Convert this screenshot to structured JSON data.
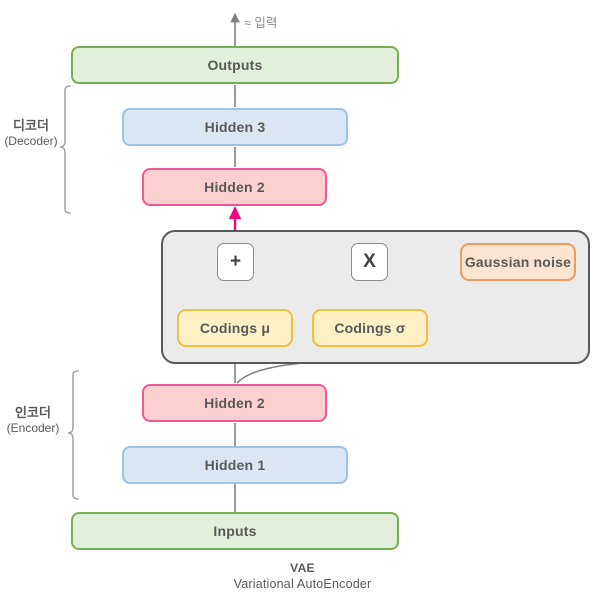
{
  "diagram": {
    "caption_title": "VAE",
    "caption_subtitle": "Variational AutoEncoder",
    "output_arrow_label": "≈ 입력"
  },
  "colors": {
    "green_fill": "#e2efda",
    "green_border": "#79ad52",
    "blue_fill": "#dce6f2",
    "blue_border": "#9dc3e6",
    "pink_fill": "#fcd0d0",
    "pink_border": "#f2579c",
    "yellow_fill": "#fdf0c4",
    "yellow_border": "#f0bf3f",
    "orange_fill": "#fce4d0",
    "orange_border": "#ed9b5e",
    "group_fill": "#ebebeb",
    "group_border": "#595959",
    "arrow_gray": "#808080",
    "arrow_pink": "#f5007f",
    "text": "#595959"
  },
  "layers": {
    "outputs": "Outputs",
    "hidden3": "Hidden 3",
    "hidden2_decoder": "Hidden 2",
    "hidden2_encoder": "Hidden 2",
    "hidden1": "Hidden 1",
    "inputs": "Inputs"
  },
  "sampling": {
    "codings_mu": "Codings μ",
    "codings_sigma": "Codings σ",
    "gaussian_noise": "Gaussian noise",
    "add_operator": "+",
    "multiply_operator": "X"
  },
  "braces": {
    "decoder": {
      "ko": "디코더",
      "en": "(Decoder)"
    },
    "encoder": {
      "ko": "인코더",
      "en": "(Encoder)"
    }
  }
}
